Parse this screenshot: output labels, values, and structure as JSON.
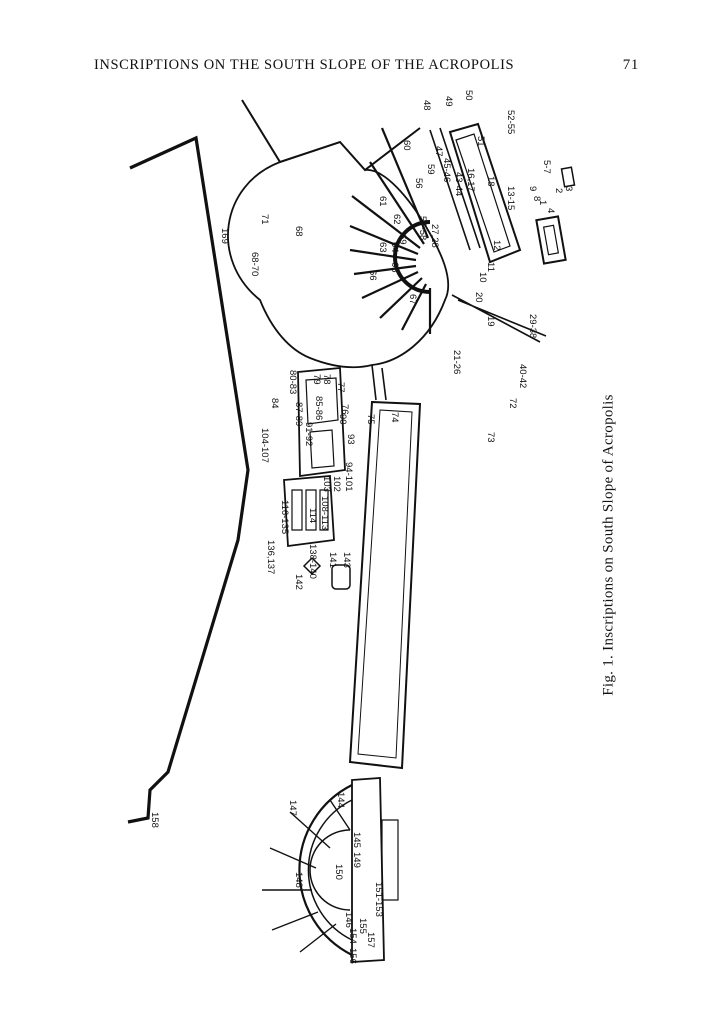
{
  "header": {
    "running_title": "INSCRIPTIONS ON THE SOUTH SLOPE OF THE ACROPOLIS",
    "page_number": "71"
  },
  "figure": {
    "caption": "Fig. 1. Inscriptions on South Slope of Acropolis",
    "labels": [
      "158",
      "169",
      "68-70",
      "71",
      "68",
      "60",
      "61",
      "62",
      "63",
      "64",
      "65",
      "66",
      "67",
      "69",
      "57-58",
      "27,28",
      "56",
      "59",
      "47",
      "45-46",
      "43-44",
      "16,17",
      "18",
      "13-15",
      "9",
      "8",
      "1",
      "2",
      "3",
      "4",
      "5-7",
      "10",
      "11",
      "12",
      "20",
      "19",
      "21-26",
      "29-38",
      "40-42",
      "52-55",
      "51",
      "48",
      "49",
      "50",
      "72",
      "73",
      "74",
      "75",
      "76",
      "77",
      "78",
      "79",
      "80-83",
      "84",
      "85-86",
      "87-89",
      "90",
      "91-92",
      "93",
      "94-101",
      "102",
      "103",
      "104-107",
      "108-113",
      "114",
      "116-135",
      "136,137",
      "138-140",
      "141",
      "142",
      "143",
      "144",
      "145",
      "146",
      "147",
      "148",
      "149",
      "150",
      "151-153",
      "154",
      "155",
      "156",
      "157"
    ]
  }
}
